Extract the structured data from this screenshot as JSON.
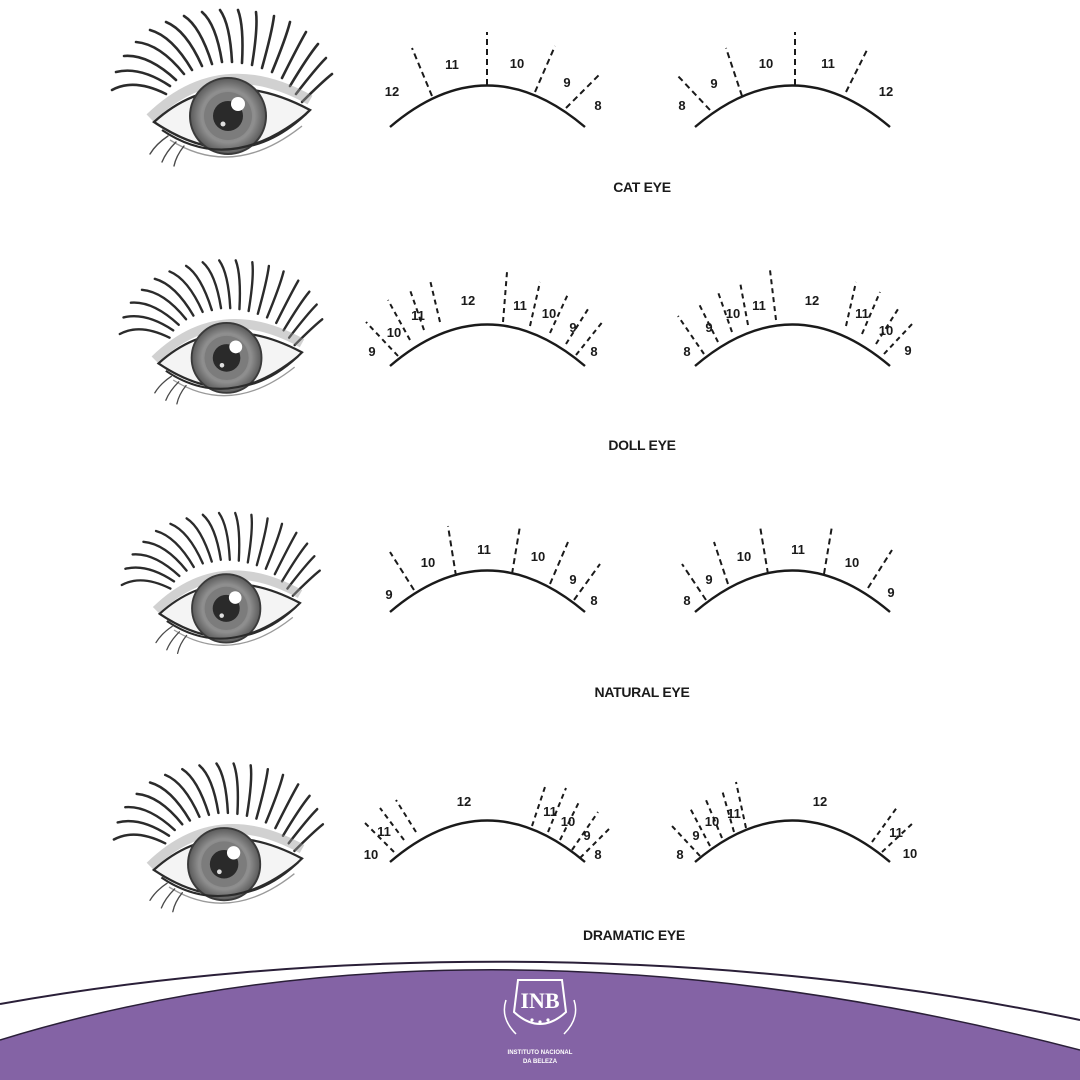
{
  "styles": [
    {
      "id": "cat",
      "title": "CAT EYE",
      "left_map": [
        "12",
        "11",
        "10",
        "9",
        "8"
      ],
      "right_map": [
        "8",
        "9",
        "10",
        "11",
        "12"
      ]
    },
    {
      "id": "doll",
      "title": "DOLL EYE",
      "left_map": [
        "9",
        "10",
        "11",
        "12",
        "11",
        "10",
        "9",
        "8"
      ],
      "right_map": [
        "8",
        "9",
        "10",
        "11",
        "12",
        "11",
        "10",
        "9"
      ]
    },
    {
      "id": "natural",
      "title": "NATURAL EYE",
      "left_map": [
        "9",
        "10",
        "11",
        "10",
        "9",
        "8"
      ],
      "right_map": [
        "8",
        "9",
        "10",
        "11",
        "10",
        "9"
      ]
    },
    {
      "id": "dramatic",
      "title": "DRAMATIC EYE",
      "left_map": [
        "10",
        "11",
        "12",
        "11",
        "10",
        "9",
        "8"
      ],
      "right_map": [
        "8",
        "9",
        "10",
        "11",
        "12",
        "11",
        "10"
      ]
    }
  ],
  "brand": {
    "monogram": "INB",
    "name_line1": "INSTITUTO NACIONAL",
    "name_line2": "DA BELEZA",
    "color": "#8463a5"
  }
}
